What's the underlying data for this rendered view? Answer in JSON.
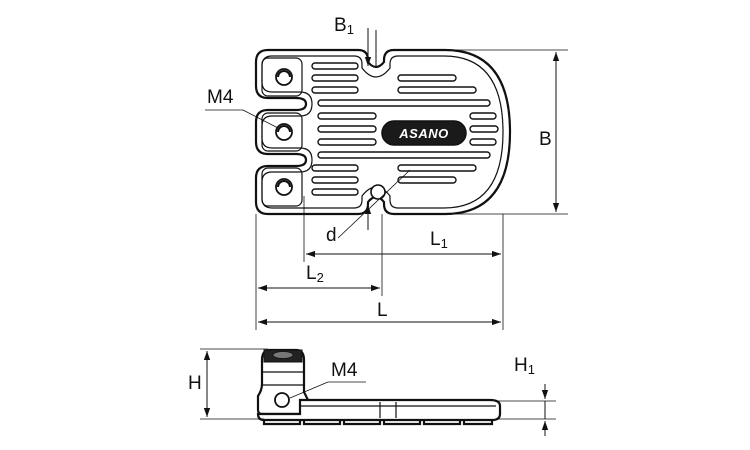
{
  "dimensions": {
    "B1": {
      "main": "B",
      "sub": "1"
    },
    "M4_top": "M4",
    "B": "B",
    "d": "d",
    "L1": {
      "main": "L",
      "sub": "1"
    },
    "L2": {
      "main": "L",
      "sub": "2"
    },
    "L": "L",
    "H": "H",
    "M4_side": "M4",
    "H1": {
      "main": "H",
      "sub": "1"
    }
  },
  "brand_logo": "ASANO"
}
